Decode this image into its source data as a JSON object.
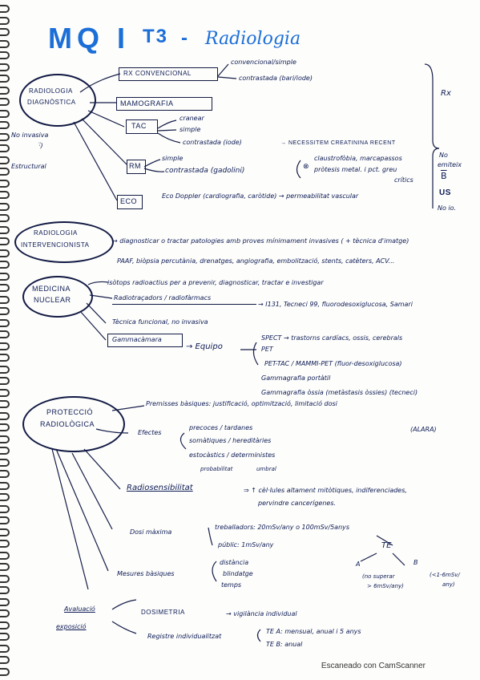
{
  "title": {
    "main": "MQ I",
    "sub_code": "T3",
    "dash": "-",
    "subtitle": "Radiologia"
  },
  "radiologia_diagnostica": {
    "label_line1": "RADIOLOGIA",
    "label_line2": "DIAGNÒSTICA",
    "left_note1": "No invasiva",
    "left_note2": "Estructural",
    "rx_convencional": "RX CONVENCIONAL",
    "rx_conv_1": "convencional/simple",
    "rx_conv_2": "contrastada (bari/iode)",
    "mamografia": "MAMOGRAFIA",
    "tac": "TAC",
    "tac_1": "cranear",
    "tac_2": "simple",
    "tac_3": "contrastada (iode)",
    "tac_note": "→ necessitem CREATININA RECENT",
    "rm": "RM",
    "rm_1": "simple",
    "rm_2": "contrastada (gadolini)",
    "rm_note_1": "claustrofòbia, marcapassos",
    "rm_note_2": "pròtesis metal. i pct. greu",
    "rm_note_3": "crítics",
    "eco": "ECO",
    "eco_1": "Eco Doppler (cardiografia, caròtide) → permeabilitat vascular",
    "right_rx": "Rx",
    "right_no": "No",
    "right_emiteix": "emiteix",
    "right_b": "B",
    "right_us": "US",
    "right_noio": "No io."
  },
  "radiologia_intervencionista": {
    "label_line1": "RADIOLOGIA",
    "label_line2": "INTERVENCIONISTA",
    "line1": "→ diagnosticar o tractar patologies amb proves mínimament invasives ( + tècnica d'imatge)",
    "line2": "PAAF, biòpsia percutània, drenatges, angiografia, embolització, stents, catèters, ACV..."
  },
  "medicina_nuclear": {
    "label_line1": "MEDICINA",
    "label_line2": "NUCLEAR",
    "line1": "isòtops radioactius per a prevenir, diagnosticar, tractar e investigar",
    "line2_head": "Radiotraçadors / radiofàrmacs",
    "line2_tail": "→ I131, Tecneci 99, fluorodesoxiglucosa, Samari",
    "line3": "Tècnica funcional, no invasiva",
    "gammacamara": "Gammacàmara",
    "equipo": "→ Equipo",
    "eq_1": "SPECT → trastorns cardíacs, ossis, cerebrals",
    "eq_2": "PET",
    "eq_3": "PET-TAC / MAMMI-PET (fluor-desoxiglucosa)",
    "eq_4": "Gammagrafia portàtil",
    "eq_5": "Gammagrafia òssia (metàstasis òssies) (tecneci)"
  },
  "proteccio_radiologica": {
    "label_line1": "PROTECCIÓ",
    "label_line2": "RADIOLÒGICA",
    "principis": "Premisses bàsiques: justificació, optimització, limitació dosi",
    "alara": "(ALARA)",
    "efectes": "Efectes",
    "ef_1": "precoces / tardanes",
    "ef_2": "somàtiques / hereditàries",
    "ef_3": "estocàstics / deterministes",
    "ef_4a": "probabilitat",
    "ef_4b": "umbral",
    "radiosens": "Radiosensibilitat",
    "radiosens_1": "⇒ ↑ cèl·lules altament mitòtiques, indiferenciades,",
    "radiosens_2": "pervindre cancerígenes.",
    "dosi": "Dosi màxima",
    "dosi_1": "treballadors: 20mSv/any o 100mSv/5anys",
    "dosi_2": "públic: 1mSv/any",
    "te": "TE",
    "te_a": "A",
    "te_b": "B",
    "te_a_note1": "(no superar",
    "te_a_note2": "> 6mSv/any)",
    "te_b_note1": "(<1-6mSv/",
    "te_b_note2": "any)",
    "mesures": "Mesures bàsiques",
    "mes_1": "distància",
    "mes_2": "blindatge",
    "mes_3": "temps"
  },
  "avaluacio": {
    "label_line1": "Avaluació",
    "label_line2": "exposició",
    "dosimetria": "DOSIMETRIA",
    "dosimetria_note": "→ vigilància individual",
    "registre": "Registre individualitzat",
    "tea": "TE A: mensual, anual i 5 anys",
    "teb": "TE B: anual"
  },
  "footer": "Escaneado con CamScanner"
}
